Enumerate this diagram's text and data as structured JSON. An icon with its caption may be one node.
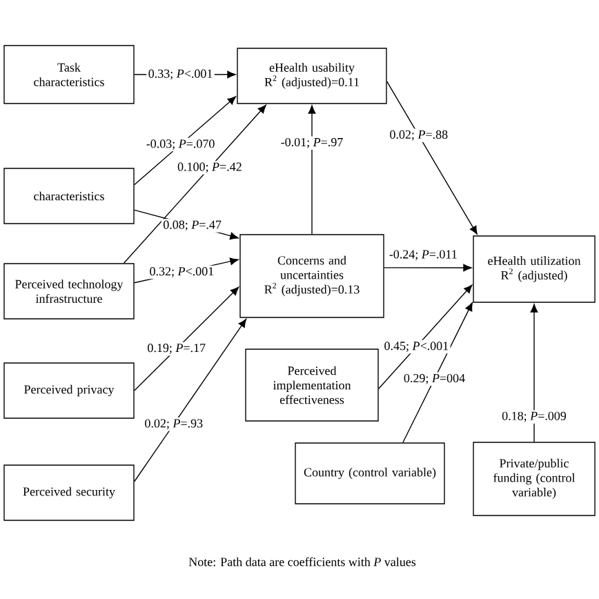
{
  "diagram": {
    "nodes": [
      {
        "text": [
          "Task characteristics"
        ]
      },
      {
        "text": [
          "eHealth usability",
          "R$^{2}$ (adjusted)=0.11"
        ]
      },
      {
        "text": [
          "characteristics"
        ]
      },
      {
        "text": [
          "Perceived technology infrastructure"
        ]
      },
      {
        "text": [
          "Concerns and uncertainties",
          "R$^{2}$ (adjusted)=0.13"
        ]
      },
      {
        "text": [
          "eHealth utilization",
          "R$^{2}$ (adjusted)"
        ]
      },
      {
        "text": [
          "Perceived privacy"
        ]
      },
      {
        "text": [
          "Perceived implementation effectiveness"
        ]
      },
      {
        "text": [
          "Country (control variable)"
        ]
      },
      {
        "text": [
          "Private/public funding (control variable)"
        ]
      },
      {
        "text": [
          "Perceived security"
        ]
      }
    ],
    "edges": [
      {
        "from": 0,
        "to": 1,
        "arrow": "to",
        "label": "0.33; *P*<.001"
      },
      {
        "from": 2,
        "to": 1,
        "arrow": "to",
        "label": "-0.03; *P*=.070"
      },
      {
        "from": 3,
        "to": 1,
        "arrow": "to",
        "label": "0.100; *P*=.42"
      },
      {
        "from": 2,
        "to": 4,
        "arrow": "to",
        "label": "0.08; *P*=.47"
      },
      {
        "from": 3,
        "to": 4,
        "arrow": "to",
        "label": "0.32; *P*<.001"
      },
      {
        "from": 6,
        "to": 4,
        "arrow": "to",
        "label": "0.19; *P*=.17"
      },
      {
        "from": 10,
        "to": 4,
        "arrow": "to",
        "label": "0.02; *P*=.93"
      },
      {
        "from": 4,
        "to": 1,
        "arrow": "to",
        "label": "-0.01; *P*=.97"
      },
      {
        "from": 1,
        "to": 5,
        "arrow": "to",
        "label": "0.02; *P*=.88"
      },
      {
        "from": 4,
        "to": 5,
        "arrow": "to",
        "label": "-0.24; *P*=.011"
      },
      {
        "from": 7,
        "to": 5,
        "arrow": "to",
        "label": "0.45; *P*<.001"
      },
      {
        "from": 8,
        "to": 5,
        "arrow": "to",
        "label": "0.29; *P*=004"
      },
      {
        "from": 9,
        "to": 5,
        "arrow": "to",
        "label": "0.18; *P*=.009"
      }
    ],
    "labels": [
      "Note: Path data are coefficients with *P* values"
    ]
  }
}
